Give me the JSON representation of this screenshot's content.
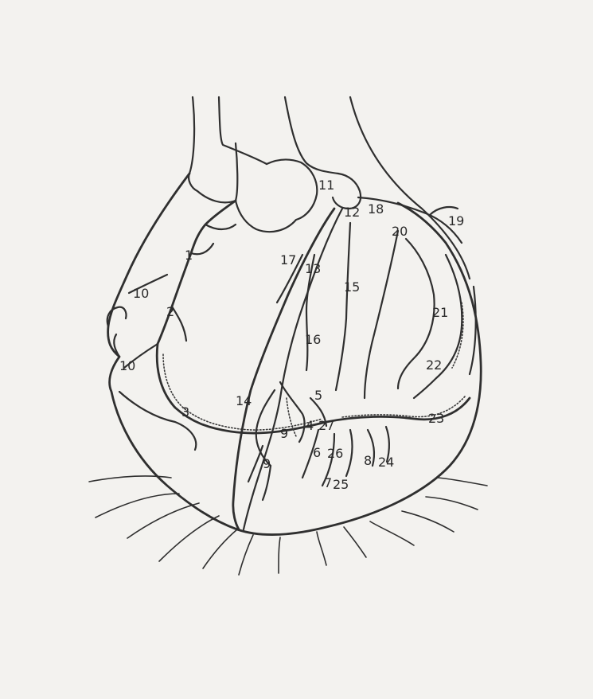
{
  "labels": [
    {
      "id": "l1",
      "text": "1"
    },
    {
      "id": "l2",
      "text": "2"
    },
    {
      "id": "l3",
      "text": "3"
    },
    {
      "id": "l4",
      "text": "4"
    },
    {
      "id": "l5",
      "text": "5"
    },
    {
      "id": "l6",
      "text": "6"
    },
    {
      "id": "l7",
      "text": "7"
    },
    {
      "id": "l8",
      "text": "8"
    },
    {
      "id": "l9a",
      "text": "9"
    },
    {
      "id": "l9b",
      "text": "9"
    },
    {
      "id": "l10a",
      "text": "10"
    },
    {
      "id": "l10b",
      "text": "10"
    },
    {
      "id": "l11",
      "text": "11"
    },
    {
      "id": "l12",
      "text": "12"
    },
    {
      "id": "l13",
      "text": "13"
    },
    {
      "id": "l14",
      "text": "14"
    },
    {
      "id": "l15",
      "text": "15"
    },
    {
      "id": "l16",
      "text": "16"
    },
    {
      "id": "l17",
      "text": "17"
    },
    {
      "id": "l18",
      "text": "18"
    },
    {
      "id": "l19",
      "text": "19"
    },
    {
      "id": "l20",
      "text": "20"
    },
    {
      "id": "l21",
      "text": "21"
    },
    {
      "id": "l22",
      "text": "22"
    },
    {
      "id": "l23",
      "text": "23"
    },
    {
      "id": "l24",
      "text": "24"
    },
    {
      "id": "l25",
      "text": "25"
    },
    {
      "id": "l26",
      "text": "26"
    },
    {
      "id": "l27",
      "text": "27"
    }
  ]
}
